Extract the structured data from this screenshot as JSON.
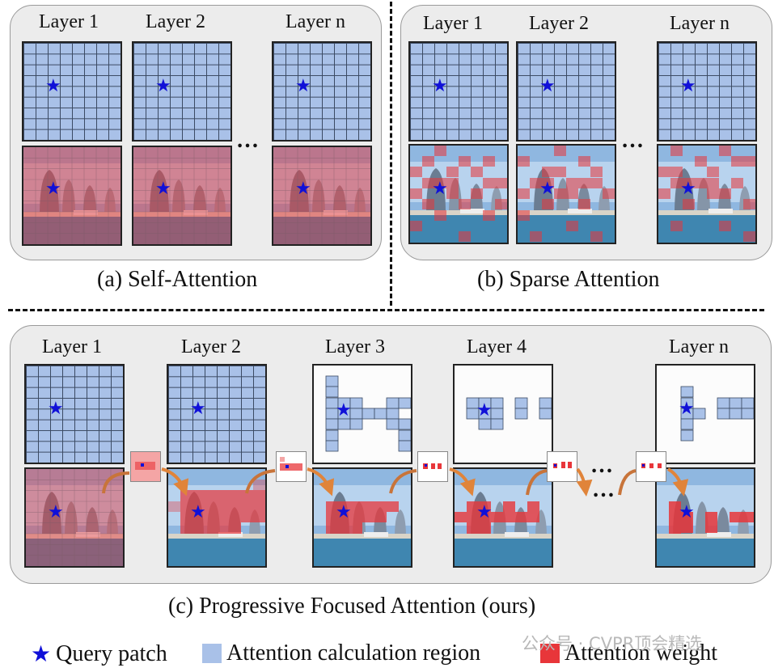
{
  "panels": {
    "a": {
      "caption": "(a) Self-Attention",
      "labels": [
        "Layer 1",
        "Layer 2",
        "Layer n"
      ],
      "ellipsis": "…"
    },
    "b": {
      "caption": "(b) Sparse Attention",
      "labels": [
        "Layer 1",
        "Layer 2",
        "Layer n"
      ],
      "ellipsis": "…"
    },
    "c": {
      "caption": "(c) Progressive Focused Attention (ours)",
      "labels": [
        "Layer 1",
        "Layer 2",
        "Layer 3",
        "Layer 4",
        "Layer n"
      ],
      "ellipsis": "…"
    }
  },
  "legend": {
    "query": "Query patch",
    "region": "Attention calculation region",
    "weight": "Attention weight"
  },
  "watermark": "公众号 · CVPR顶会精选",
  "colors": {
    "region": "#a9c1e8",
    "weight": "#e8363a",
    "query_star": "#1010d8",
    "panel_bg": "#ececec"
  },
  "icons": {
    "query": "star-icon"
  }
}
